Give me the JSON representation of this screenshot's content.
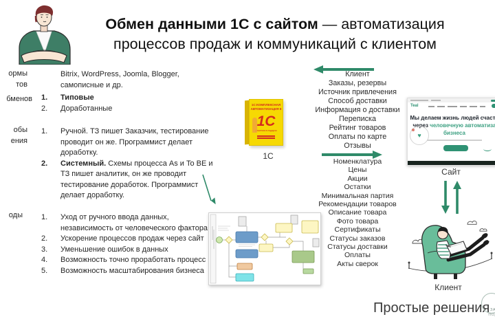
{
  "accent": {
    "green": "#2F8A69",
    "onec_yellow": "#F6D903",
    "onec_red": "#D42B1E"
  },
  "header": {
    "title_bold": "Обмен данными 1С с сайтом",
    "title_rest": " — автоматизация",
    "title_line2": "процессов продаж и коммуникаций с клиентом"
  },
  "left_labels": {
    "frag1_line1": "ормы",
    "frag1_line2": "тов",
    "frag2": "бменов",
    "frag3_line1": "обы",
    "frag3_line2": "ения",
    "frag4": "оды"
  },
  "platforms": {
    "text": "Bitrix, WordPress, Joomla, Blogger, самописные и др."
  },
  "exchange_types": {
    "items": [
      {
        "num": "1.",
        "text": "Типовые"
      },
      {
        "num": "2.",
        "text": "Доработанные"
      }
    ]
  },
  "implementation": {
    "items": [
      {
        "num": "1.",
        "lead": "",
        "text": "Ручной. ТЗ пишет Заказчик, тестирование проводит он же. Программист делает доработку."
      },
      {
        "num": "2.",
        "lead": "Системный.",
        "text": " Схемы процесса As и To BE и ТЗ пишет аналитик, он же проводит тестирование доработок. Программист делает доработку."
      }
    ]
  },
  "benefits": {
    "items": [
      {
        "num": "1.",
        "text": "Уход от ручного ввода данных, независимость от человеческого фактора"
      },
      {
        "num": "2.",
        "text": "Ускорение процессов продаж через сайт"
      },
      {
        "num": "3.",
        "text": "Уменьшение ошибок в данных"
      },
      {
        "num": "4.",
        "text": "Возможность точно проработать процесс"
      },
      {
        "num": "5.",
        "text": "Возможность масштабирования бизнеса"
      }
    ]
  },
  "onec": {
    "box_line1": "1С:КОМПЛЕКСНАЯ",
    "box_line2": "АВТОМАТИЗАЦИЯ 8",
    "box_logo": "1С",
    "box_sub": "решения в подарок",
    "caption": "1С"
  },
  "flows": {
    "to_1c_heading": "Клиент",
    "to_1c_items": [
      "Заказы, резервы",
      "Источник привлечения",
      "Способ доставки",
      "Информация о доставки",
      "Переписка",
      "Рейтинг товаров",
      "Оплаты по карте",
      "Отзывы"
    ],
    "to_site_items": [
      "Номенклатура",
      "Цены",
      "Акции",
      "Остатки",
      "Минимальная партия",
      "Рекомендации товаров",
      "Описание товара",
      "Фото товара",
      "Сертификаты",
      "Статусы заказов",
      "Статусы доставки",
      "Оплаты",
      "Акты сверок"
    ]
  },
  "site": {
    "logo": "Teal",
    "hero_line1": "Мы делаем жизнь людей счастл",
    "hero_line2_dark": "через",
    "hero_line2_green": "человечную автоматиза",
    "hero_line3": "бизнеса",
    "heart_glyph": "♥",
    "caption": "Сайт"
  },
  "client": {
    "caption": "Клиент"
  },
  "footer": {
    "brand": "Простые решения",
    "stamp_line1": "ЗА",
    "stamp_line2": "ПОД"
  }
}
